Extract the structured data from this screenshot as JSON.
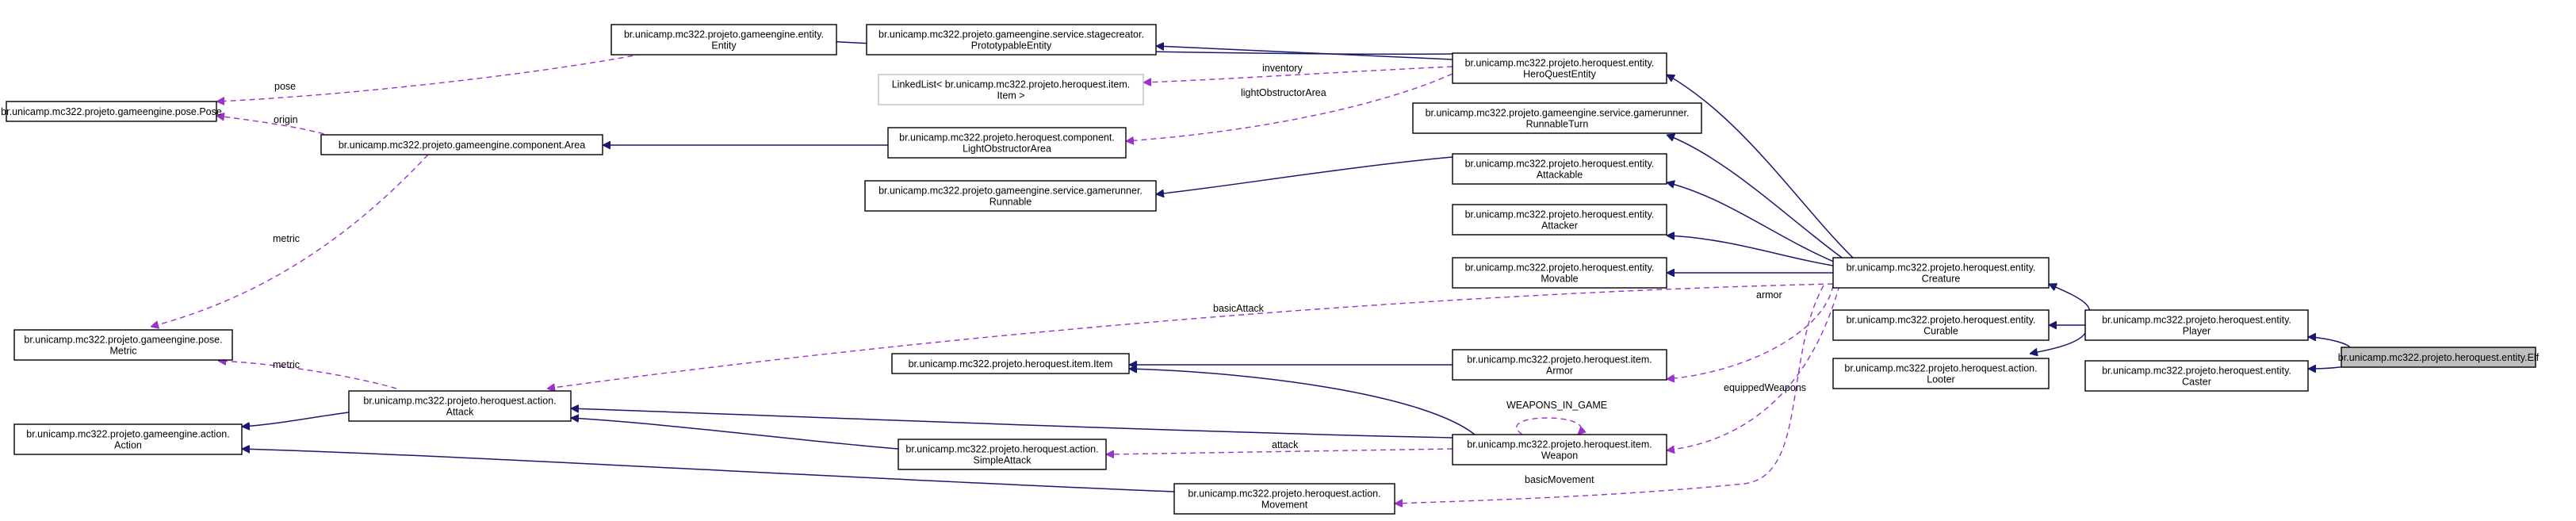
{
  "diagram": {
    "nodes": {
      "elf": {
        "lines": [
          "br.unicamp.mc322.projeto.heroquest.entity.Elf"
        ],
        "style": "hl"
      },
      "player": {
        "lines": [
          "br.unicamp.mc322.projeto.heroquest.entity.",
          "Player"
        ]
      },
      "caster": {
        "lines": [
          "br.unicamp.mc322.projeto.heroquest.entity.",
          "Caster"
        ]
      },
      "creature": {
        "lines": [
          "br.unicamp.mc322.projeto.heroquest.entity.",
          "Creature"
        ]
      },
      "curable": {
        "lines": [
          "br.unicamp.mc322.projeto.heroquest.entity.",
          "Curable"
        ]
      },
      "looter": {
        "lines": [
          "br.unicamp.mc322.projeto.heroquest.action.",
          "Looter"
        ]
      },
      "heroQuestEntity": {
        "lines": [
          "br.unicamp.mc322.projeto.heroquest.entity.",
          "HeroQuestEntity"
        ]
      },
      "runnableTurn": {
        "lines": [
          "br.unicamp.mc322.projeto.gameengine.service.gamerunner.",
          "RunnableTurn"
        ]
      },
      "attackable": {
        "lines": [
          "br.unicamp.mc322.projeto.heroquest.entity.",
          "Attackable"
        ]
      },
      "attacker": {
        "lines": [
          "br.unicamp.mc322.projeto.heroquest.entity.",
          "Attacker"
        ]
      },
      "movable": {
        "lines": [
          "br.unicamp.mc322.projeto.heroquest.entity.",
          "Movable"
        ]
      },
      "armor": {
        "lines": [
          "br.unicamp.mc322.projeto.heroquest.item.",
          "Armor"
        ]
      },
      "weapon": {
        "lines": [
          "br.unicamp.mc322.projeto.heroquest.item.",
          "Weapon"
        ]
      },
      "entity": {
        "lines": [
          "br.unicamp.mc322.projeto.gameengine.entity.",
          "Entity"
        ]
      },
      "prototypableEntity": {
        "lines": [
          "br.unicamp.mc322.projeto.gameengine.service.stagecreator.",
          "PrototypableEntity"
        ]
      },
      "linkedList": {
        "lines": [
          "LinkedList< br.unicamp.mc322.projeto.heroquest.item.",
          "Item >"
        ],
        "style": "tmpl"
      },
      "lightObstructorArea": {
        "lines": [
          "br.unicamp.mc322.projeto.heroquest.component.",
          "LightObstructorArea"
        ]
      },
      "runnable": {
        "lines": [
          "br.unicamp.mc322.projeto.gameengine.service.gamerunner.",
          "Runnable"
        ]
      },
      "item": {
        "lines": [
          "br.unicamp.mc322.projeto.heroquest.item.Item"
        ]
      },
      "simpleAttack": {
        "lines": [
          "br.unicamp.mc322.projeto.heroquest.action.",
          "SimpleAttack"
        ]
      },
      "movement": {
        "lines": [
          "br.unicamp.mc322.projeto.heroquest.action.",
          "Movement"
        ]
      },
      "attack": {
        "lines": [
          "br.unicamp.mc322.projeto.heroquest.action.",
          "Attack"
        ]
      },
      "area": {
        "lines": [
          "br.unicamp.mc322.projeto.gameengine.component.Area"
        ]
      },
      "pose": {
        "lines": [
          "br.unicamp.mc322.projeto.gameengine.pose.Pose"
        ]
      },
      "metric": {
        "lines": [
          "br.unicamp.mc322.projeto.gameengine.pose.",
          "Metric"
        ]
      },
      "action": {
        "lines": [
          "br.unicamp.mc322.projeto.gameengine.action.",
          "Action"
        ]
      }
    },
    "edge_labels": {
      "pose": "pose",
      "origin": "origin",
      "inventory": "inventory",
      "lightObstructorArea": "lightObstructorArea",
      "metric_area": "metric",
      "metric_attack": "metric",
      "basicAttack": "basicAttack",
      "armor": "armor",
      "equippedWeapons": "equippedWeapons",
      "weaponsInGame": "WEAPONS_IN_GAME",
      "attack": "attack",
      "basicMovement": "basicMovement"
    },
    "colors": {
      "inheritance": "#191970",
      "usage": "#9a32cd",
      "highlight_fill": "#bfbfbf",
      "template_border": "#bfbfbf"
    }
  }
}
